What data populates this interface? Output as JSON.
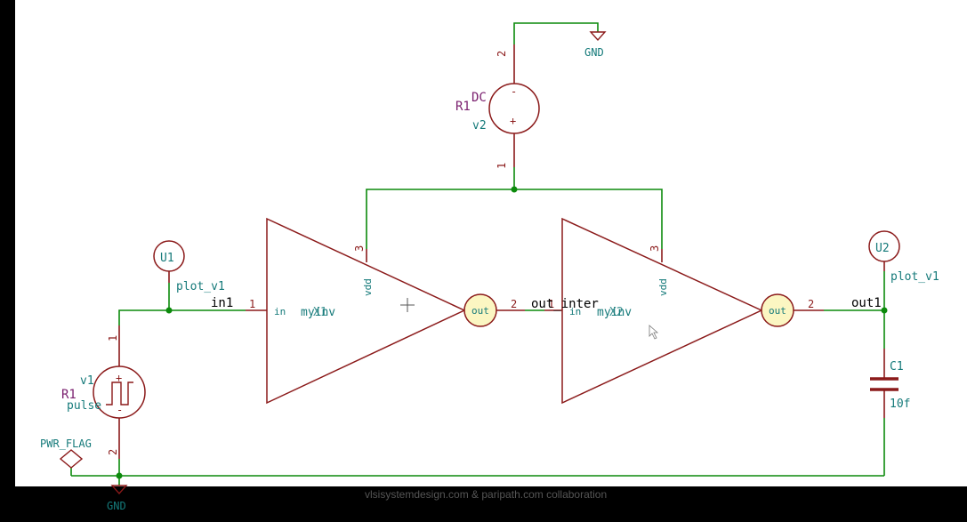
{
  "schematic": {
    "dc_source": {
      "ref": "R1",
      "type": "DC",
      "name": "v2",
      "pin_top": "2",
      "pin_bottom": "1",
      "minus": "-",
      "plus": "+"
    },
    "pulse_source": {
      "ref": "R1",
      "type": "pulse",
      "name": "v1",
      "pin_top": "1",
      "pin_bottom": "2",
      "plus": "+",
      "minus": "-"
    },
    "gnd_top": "GND",
    "gnd_bottom": "GND",
    "pwr_flag": "PWR_FLAG",
    "probe_in": {
      "ref": "U1",
      "label": "plot_v1"
    },
    "probe_out": {
      "ref": "U2",
      "label": "plot_v1"
    },
    "inv1": {
      "ref": "X1",
      "value": "myinv",
      "pin_in_num": "1",
      "pin_in_name": "in",
      "pin_vdd_num": "3",
      "pin_vdd_name": "vdd",
      "pin_out_num": "2",
      "pin_out_name": "out"
    },
    "inv2": {
      "ref": "X2",
      "value": "myinv",
      "pin_in_num": "1",
      "pin_in_name": "in",
      "pin_vdd_num": "3",
      "pin_vdd_name": "vdd",
      "pin_out_num": "2",
      "pin_out_name": "out"
    },
    "cap": {
      "ref": "C1",
      "value": "10f"
    },
    "nets": {
      "in1": "in1",
      "out_inter": "out_inter",
      "out1": "out1"
    },
    "footer": "vlsisystemdesign.com & paripath.com collaboration"
  },
  "colors": {
    "wire": "#0c8a0c",
    "component": "#8b1a1a",
    "label": "#157a7a",
    "reference": "#7a1f6e",
    "pin_bubble": "#fbf6c2"
  }
}
